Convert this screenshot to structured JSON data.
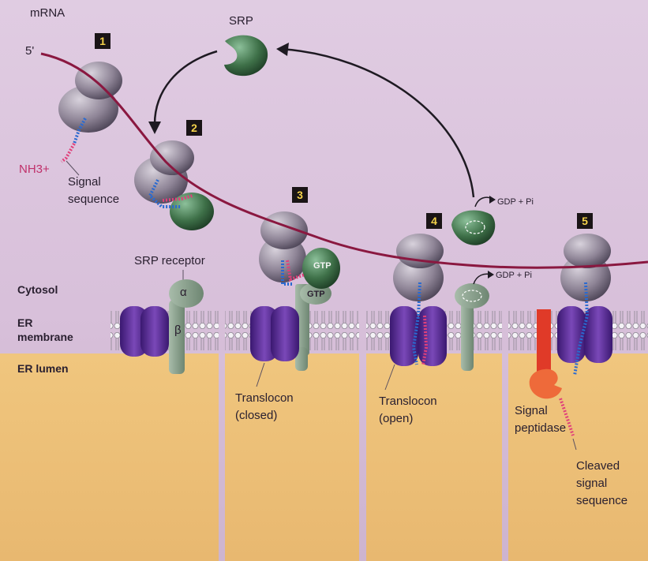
{
  "labels": {
    "mrna": "mRNA",
    "five_prime": "5'",
    "srp": "SRP",
    "nh3": "NH3+",
    "signal_sequence": [
      "Signal",
      "sequence"
    ],
    "srp_receptor": "SRP receptor",
    "alpha": "α",
    "beta": "β",
    "cytosol": "Cytosol",
    "er_membrane": [
      "ER",
      "membrane"
    ],
    "er_lumen": "ER lumen",
    "gtp": "GTP",
    "gdp_pi": "GDP + Pi",
    "translocon_closed": [
      "Translocon",
      "(closed)"
    ],
    "translocon_open": [
      "Translocon",
      "(open)"
    ],
    "signal_peptidase": [
      "Signal",
      "peptidase"
    ],
    "cleaved_signal": [
      "Cleaved",
      "signal",
      "sequence"
    ]
  },
  "steps": [
    "1",
    "2",
    "3",
    "4",
    "5"
  ],
  "colors": {
    "mrna": "#8a1840",
    "ribosome": "#8e8496",
    "srp": "#4a7a56",
    "translocon": "#5a2a8a",
    "receptor": "#8aa08e",
    "lumen": "#ecc079",
    "signal": "#e0407a",
    "peptide": "#2a6ad0",
    "peptidase": "#e05030"
  }
}
